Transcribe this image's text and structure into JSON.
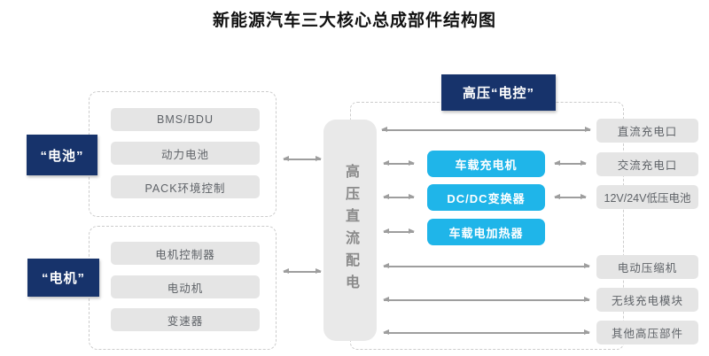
{
  "title": "新能源汽车三大核心总成部件结构图",
  "battery": {
    "label": "“电池”",
    "items": [
      "BMS/BDU",
      "动力电池",
      "PACK环境控制"
    ]
  },
  "motor": {
    "label": "“电机”",
    "items": [
      "电机控制器",
      "电动机",
      "变速器"
    ]
  },
  "center_bus": {
    "label": "高压直流配电"
  },
  "hv_control": {
    "header": "高压“电控”",
    "modules": [
      "车载充电机",
      "DC/DC变换器",
      "车载电加热器"
    ],
    "peripherals": [
      "直流充电口",
      "交流充电口",
      "12V/24V低压电池",
      "电动压缩机",
      "无线充电模块",
      "其他高压部件"
    ]
  },
  "colors": {
    "dark_blue": "#17336B",
    "cyan": "#1FB5E9",
    "box_gray": "#E5E5E5",
    "arrow_gray": "#9E9E9E",
    "dash_gray": "#CCCCCC"
  }
}
